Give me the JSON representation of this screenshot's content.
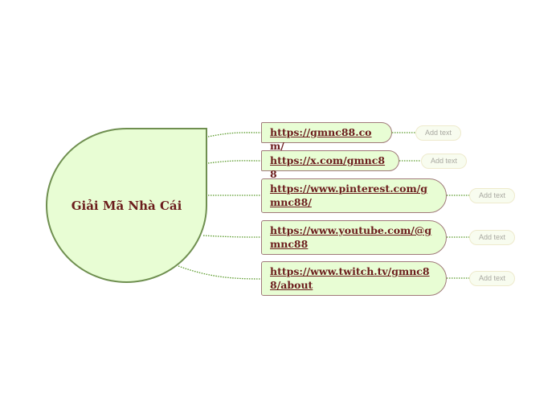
{
  "central_topic": "Giải Mã Nhà Cái",
  "branches": [
    {
      "label": "https://gmnc88.com/",
      "note": "Add text"
    },
    {
      "label": "https://x.com/gmnc88",
      "note": "Add text"
    },
    {
      "label": "https://www.pinterest.com/gmnc88/",
      "note": "Add text"
    },
    {
      "label": "https://www.youtube.com/@gmnc88",
      "note": "Add text"
    },
    {
      "label": "https://www.twitch.tv/gmnc88/about",
      "note": "Add text"
    }
  ],
  "colors": {
    "fill": "#e8fdd4",
    "text": "#6b1c1c",
    "connector": "#5a9a2a"
  }
}
